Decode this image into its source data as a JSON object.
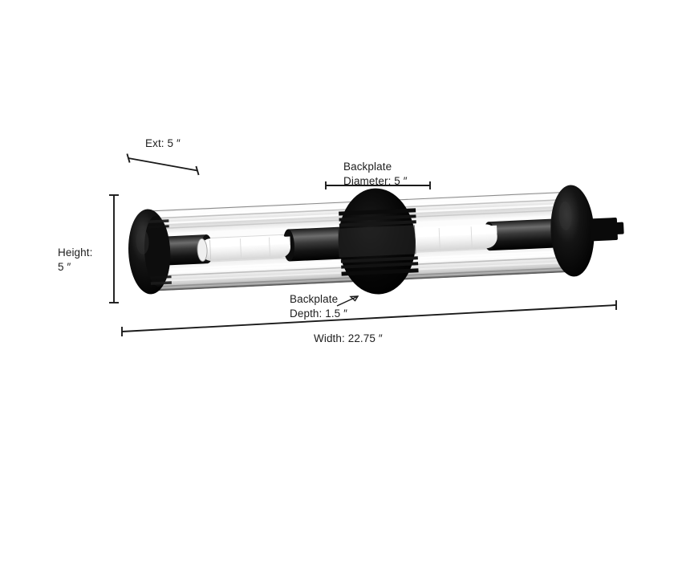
{
  "page": {
    "background_color": "#ffffff",
    "ink_color": "#1a1a1a",
    "title": "Wall Sconce Dimension Diagram"
  },
  "product": {
    "name": "linear-cylinder-wall-sconce",
    "finish_color": "#0a0a0a",
    "glass_description": "clear fluted cylinder glass",
    "bulb_count": 2,
    "bulb_color": "#ffffff"
  },
  "dimensions": {
    "ext": {
      "label": "Ext: 5 ″",
      "value": "5",
      "unit": "″",
      "name": "extension"
    },
    "backplate_diameter": {
      "label": "Backplate\nDiameter: 5 ″",
      "value": "5",
      "unit": "″",
      "name": "backplate-diameter"
    },
    "height": {
      "label": "Height:\n5 ″",
      "value": "5",
      "unit": "″",
      "name": "height"
    },
    "backplate_depth": {
      "label": "Backplate\nDepth: 1.5 ″",
      "value": "1.5",
      "unit": "″",
      "name": "backplate-depth"
    },
    "width": {
      "label": "Width: 22.75 ″",
      "value": "22.75",
      "unit": "″",
      "name": "width"
    }
  }
}
